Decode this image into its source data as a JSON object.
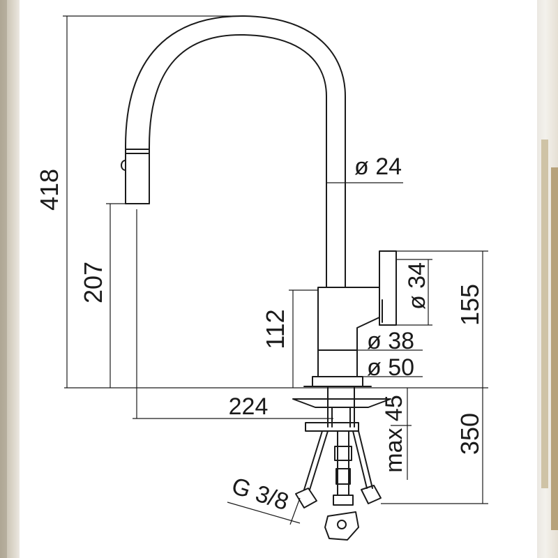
{
  "dimensions": {
    "total_height": "418",
    "outlet_height": "207",
    "body_height": "112",
    "handle_height": "155",
    "spout_diameter": "ø 24",
    "handle_diameter": "ø 34",
    "body_diameter": "ø 38",
    "base_diameter": "ø 50",
    "reach": "224",
    "mounting_thickness": "max 45",
    "hose_length": "350",
    "thread": "G 3/8"
  },
  "colors": {
    "line": "#1a1a1a",
    "background": "#ffffff"
  }
}
